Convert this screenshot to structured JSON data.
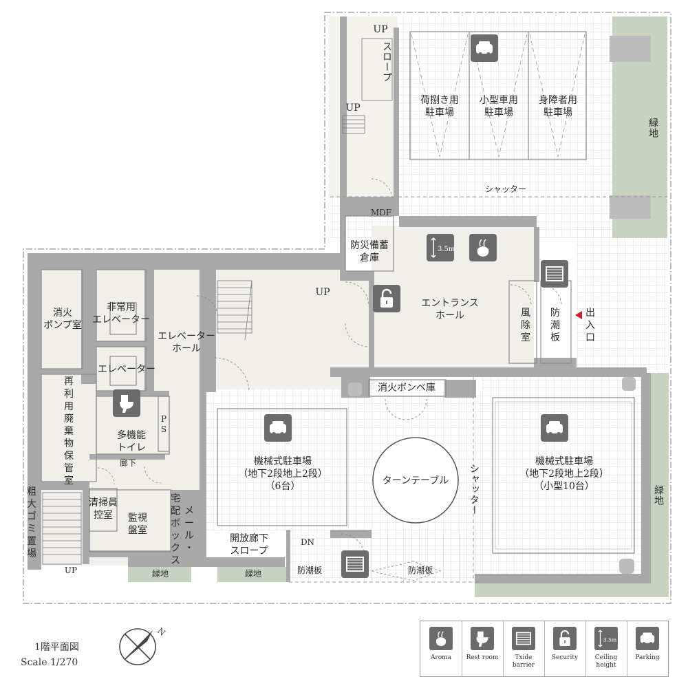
{
  "rooms": {
    "up_slope_top": "UP",
    "slope_top": "スロープ",
    "up_stair_top": "UP",
    "loading_parking": "荷捌き用\n駐車場",
    "small_parking": "小型車用\n駐車場",
    "disabled_parking": "身障者用\n駐車場",
    "shutter_top": "シャッター",
    "greenery_right_top": "緑地",
    "mdf": "MDF",
    "disaster_storage": "防災備蓄\n倉庫",
    "fire_pump": "消火\nポンプ室",
    "emergency_elevator": "非常用\nエレベーター",
    "elevator_hall": "エレベーター\nホール",
    "up_stair_mid": "UP",
    "entrance_hall": "エントランス\nホール",
    "windbreak": "風\n除\n室",
    "flood_board_right": "防\n潮\n板",
    "entrance_exit": "出\n入\n口",
    "elevator": "エレベーター",
    "recycling": "再\n利\n用\n廃\n棄\n物\n保\n管\n室",
    "fire_cylinder": "消火ボンベ庫",
    "multi_toilet": "多機能\nトイレ",
    "ps": "P\nS",
    "corridor": "廊下",
    "mech_parking_left": "機械式駐車場\n（地下2段地上2段）\n（6台）",
    "turntable": "ターンテーブル",
    "shutter_mid": "シャッター",
    "mech_parking_right": "機械式駐車場\n（地下2段地上2段）\n（小型10台）",
    "greenery_right_bottom": "緑地",
    "garbage": "粗\n大\nゴ\nミ\n置\n場",
    "cleaning": "清掃員\n控室",
    "monitoring": "監視\n盤室",
    "delivery_box": "宅\n配\nボ\nッ\nク\nス",
    "mail": "メ\nー\nル\n・",
    "open_corridor": "開放廊下\nスロープ",
    "dn": "DN",
    "up_bottom": "UP",
    "greenery_bottom_left": "緑地",
    "greenery_bottom_mid": "緑地",
    "flood_board_bottom_left": "防潮板",
    "flood_board_bottom_right": "防潮板"
  },
  "caption": {
    "title": "1階平面図",
    "scale": "Scale 1/270"
  },
  "north": "N",
  "ceiling_icon_value": "3.5m",
  "legend": [
    {
      "icon": "aroma-icon",
      "label": "Aroma"
    },
    {
      "icon": "rest-room-icon",
      "label": "Rest room"
    },
    {
      "icon": "tidal-barrier-icon",
      "label": "Txide\nbarrier"
    },
    {
      "icon": "security-lock-icon",
      "label": "Security"
    },
    {
      "icon": "ceiling-height-icon",
      "label": "Ceiling\nheight",
      "value": "3.5m"
    },
    {
      "icon": "parking-car-icon",
      "label": "Parking"
    }
  ],
  "colors": {
    "wall": "#a9a9a9",
    "floor": "#f1efe9",
    "grid_line": "#d2d2d2",
    "greenery": "#c7d3c0",
    "icon_bg": "#6b6b6b",
    "entrance_marker": "#cc1f2a"
  }
}
